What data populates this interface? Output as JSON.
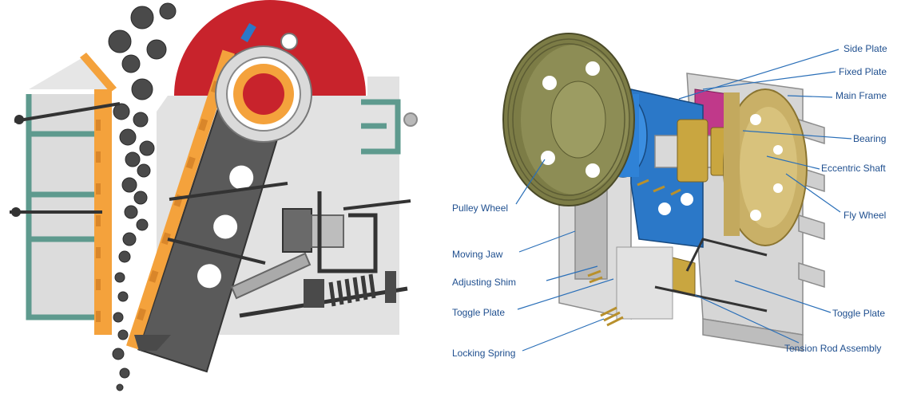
{
  "labels_right": {
    "side_plate": "Side Plate",
    "fixed_plate": "Fixed Plate",
    "main_frame": "Main Frame",
    "bearing": "Bearing",
    "eccentric_shaft": "Eccentric Shaft",
    "fly_wheel": "Fly Wheel",
    "toggle_plate_right": "Toggle Plate",
    "tension_rod_assembly": "Tension Rod Assembly"
  },
  "labels_left": {
    "pulley_wheel": "Pulley Wheel",
    "moving_jaw": "Moving Jaw",
    "adjusting_shim": "Adjusting Shim",
    "toggle_plate_left": "Toggle Plate",
    "locking_spring": "Locking Spring"
  },
  "colors": {
    "frame_grey": "#dcdcdc",
    "jaw_dark": "#5a5a5a",
    "liner_orange": "#f4a23c",
    "flywheel_red": "#c8232c",
    "teal_frame": "#5e9a8e",
    "rock_dark": "#4a4a4a",
    "shaft_blue": "#2b78c8",
    "pulley_olive": "#7c7c46",
    "label_blue": "#1f4f8f",
    "leader_line": "#2a6fb8",
    "bronze": "#c9a640",
    "magenta_plate": "#c0398a"
  }
}
